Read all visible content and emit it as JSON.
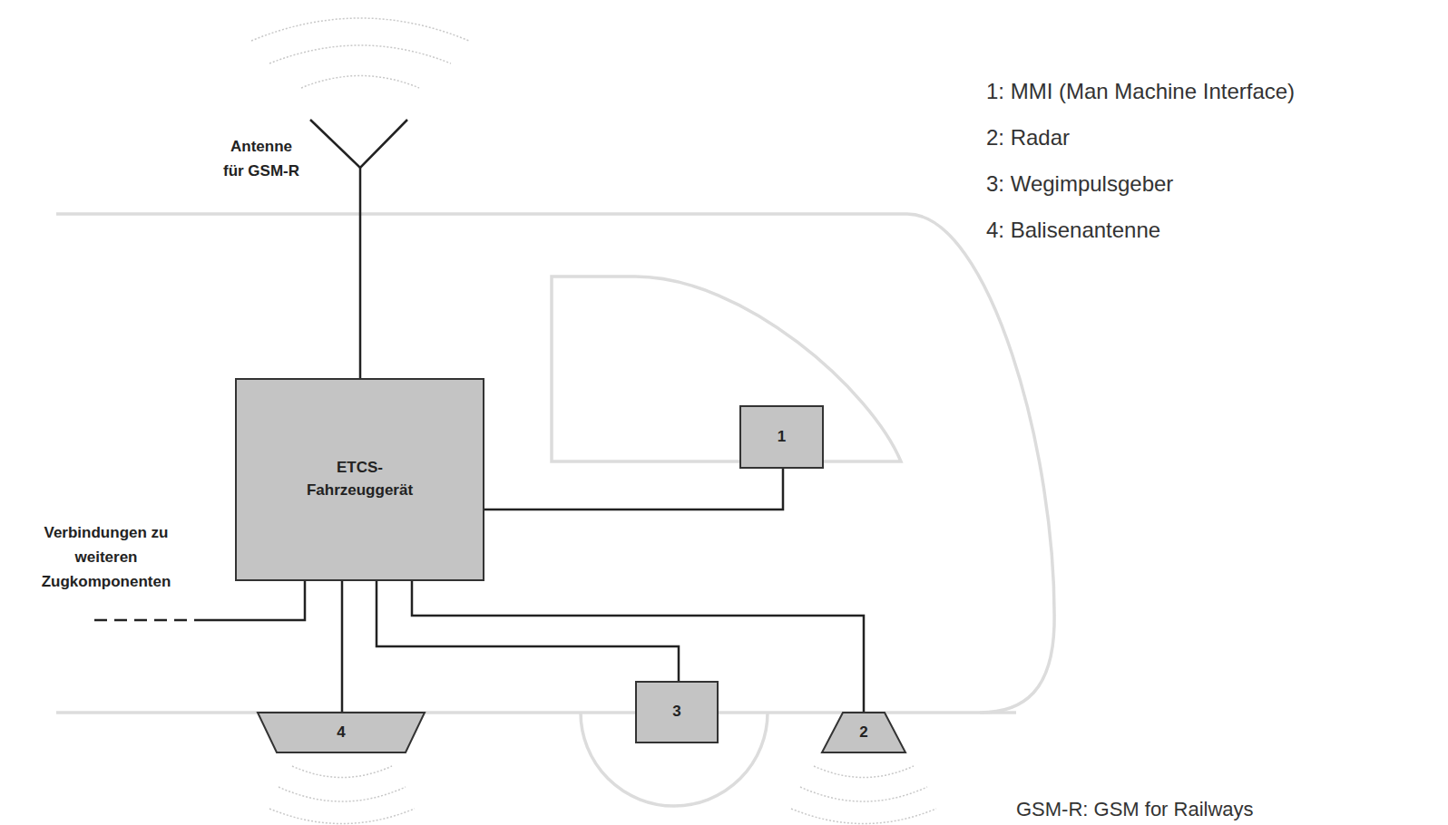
{
  "diagram": {
    "nodes": [
      {
        "text": [
          "ETCS- Fahrzeuggerät"
        ]
      },
      {
        "text": [
          "1"
        ]
      },
      {
        "text": [
          "4"
        ]
      },
      {
        "text": [
          "3"
        ]
      },
      {
        "text": [
          "2"
        ]
      }
    ],
    "edges": [
      {
        "from": 0,
        "to": 1,
        "arrow": "none"
      },
      {
        "from": 0,
        "to": 2,
        "arrow": "none"
      },
      {
        "from": 0,
        "to": 3,
        "arrow": "none"
      },
      {
        "from": 0,
        "to": 4,
        "arrow": "none"
      }
    ],
    "labels": [
      "Antenne für GSM-R",
      "Verbindungen zu weiteren Zugkomponenten",
      "1: MMI (Man Machine Interface)",
      "2: Radar",
      "3: Wegimpulsgeber",
      "4: Balisenantenne",
      "GSM-R: GSM for Railways"
    ]
  }
}
